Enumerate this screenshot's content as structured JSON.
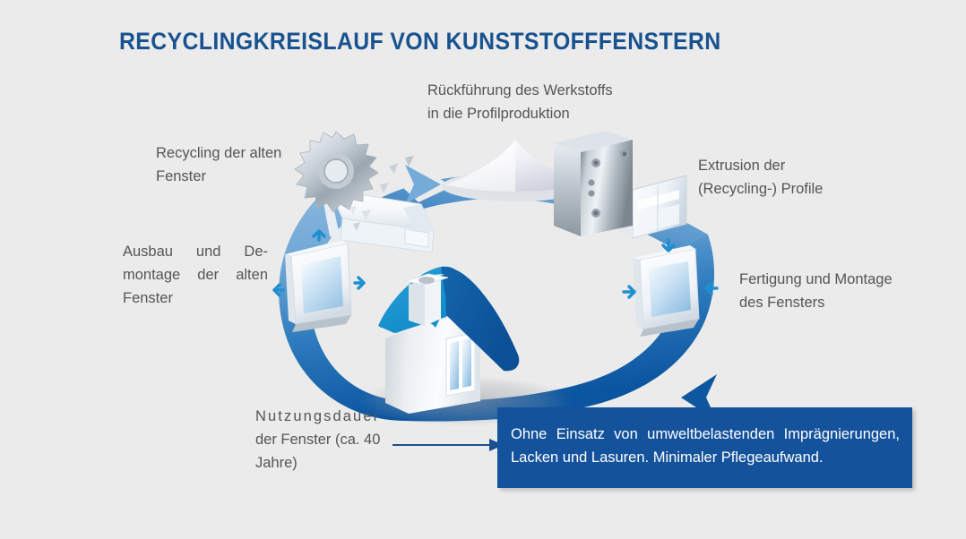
{
  "page": {
    "background_color": "#ebebeb",
    "title": "RECYCLINGKREISLAUF VON KUNSTSTOFFFENSTERN",
    "title_color": "#18528f",
    "label_color": "#555557"
  },
  "labels": {
    "rueckfuehrung": {
      "line1": "Rückführung des Werkstoffs",
      "line2": "in die Profilproduktion"
    },
    "recycling": {
      "line1": "Recycling der alten",
      "line2": "Fenster"
    },
    "ausbau": {
      "line1": "Ausbau und De-",
      "line2": "montage der alten",
      "line3": "Fenster"
    },
    "nutzungsdauer": {
      "line1": "Nutzungsdauer",
      "line2": "der Fenster (ca. 40",
      "line3": "Jahre)"
    },
    "extrusion": {
      "line1": "Extrusion der",
      "line2": "(Recycling-) Profile"
    },
    "fertigung": {
      "line1": "Fertigung und Montage",
      "line2": "des Fensters"
    }
  },
  "callout": {
    "background_color": "#14529b",
    "text_color": "#ffffff",
    "line1": "Ohne Einsatz von umweltbelastenden Imprägnierungen,",
    "line2": "Lacken und Lasuren. Minimaler Pflegeaufwand."
  },
  "illustration": {
    "cycle_ring": {
      "type": "circular-arrow-ring",
      "color_top": "#79add9",
      "color_bottom": "#0d5ba8",
      "direction": "clockwise"
    },
    "icons": [
      {
        "name": "saw-blade-icon",
        "description": "Kreissäge zerkleinert altes Profil"
      },
      {
        "name": "pvc-profile-icon",
        "description": "weißes Kunststoffprofil"
      },
      {
        "name": "granulate-cone-icon",
        "description": "Kegel aus Recyclat-Granulat"
      },
      {
        "name": "extrusion-die-icon",
        "description": "Extrusionswerkzeug mit austretendem Profil"
      },
      {
        "name": "window-frame-assembly-icon",
        "description": "Fensterrahmen Montage, Pfeile nach innen"
      },
      {
        "name": "window-frame-removal-icon",
        "description": "Fensterrahmen Ausbau, Pfeile nach außen"
      },
      {
        "name": "house-icon",
        "description": "Haus mit blauem Dach und Kunststofffenster"
      }
    ],
    "pointer_arrow_color": "#1b4f8f"
  }
}
